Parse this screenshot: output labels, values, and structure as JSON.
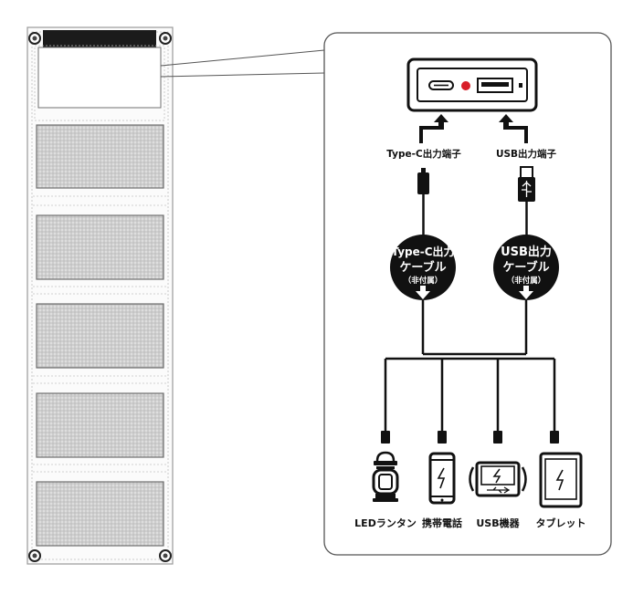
{
  "ports": {
    "typec_label": "Type-C出力端子",
    "usb_label": "USB出力端子"
  },
  "cables": {
    "typec": {
      "line1": "Type-C出力",
      "line2": "ケーブル",
      "line3": "（非付属）"
    },
    "usb": {
      "line1": "USB出力",
      "line2": "ケーブル",
      "line3": "（非付属）"
    }
  },
  "devices": [
    {
      "label": "LEDランタン",
      "icon": "lantern-icon"
    },
    {
      "label": "携帯電話",
      "icon": "phone-icon"
    },
    {
      "label": "USB機器",
      "icon": "usb-device-icon"
    },
    {
      "label": "タブレット",
      "icon": "tablet-icon"
    }
  ],
  "colors": {
    "indicator": "#d81e28",
    "ink": "#111111",
    "panel_gray": "#c8c8c8"
  }
}
